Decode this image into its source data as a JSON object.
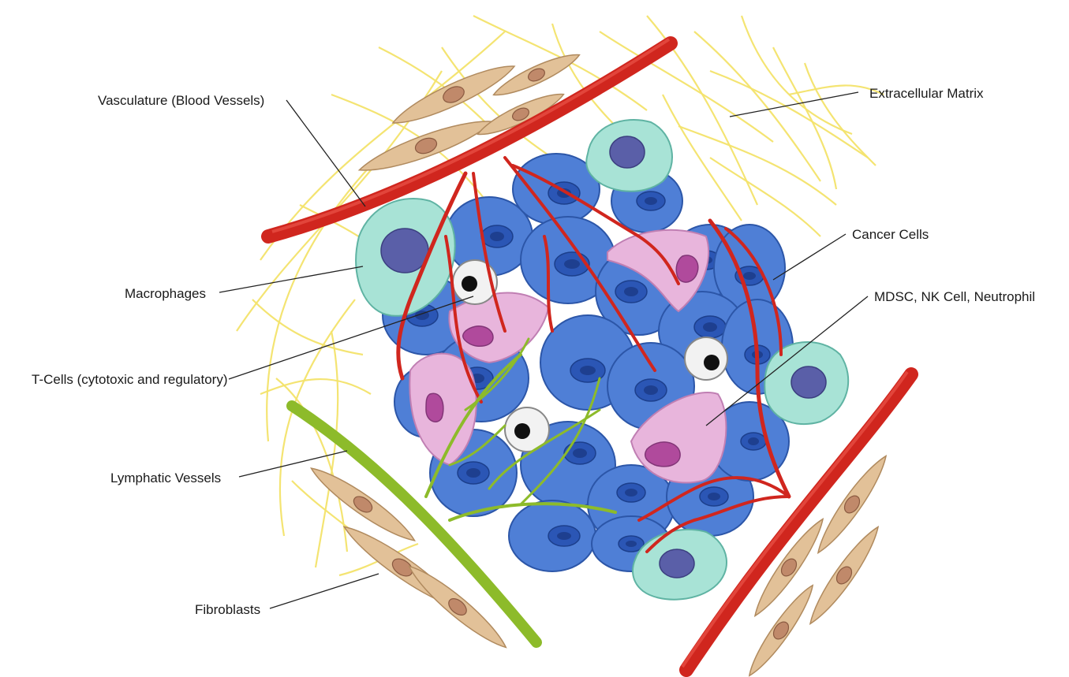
{
  "labels": {
    "vasculature": "Vasculature (Blood Vessels)",
    "extracellular_matrix": "Extracellular Matrix",
    "cancer_cells": "Cancer Cells",
    "mdsc": "MDSC, NK Cell, Neutrophil",
    "macrophages": "Macrophages",
    "t_cells": "T-Cells (cytotoxic and regulatory)",
    "lymphatic_vessels": "Lymphatic Vessels",
    "fibroblasts": "Fibroblasts"
  },
  "colors": {
    "cancer_cell": "#4f7fd6",
    "macrophage": "#a8e3d6",
    "mdsc": "#e8b5dc",
    "t_cell": "#f2f2f2",
    "fibroblast": "#e2c198",
    "blood_vessel": "#d0261e",
    "lymphatic_vessel": "#8dbb2a",
    "extracellular_matrix": "#f3e36a"
  }
}
